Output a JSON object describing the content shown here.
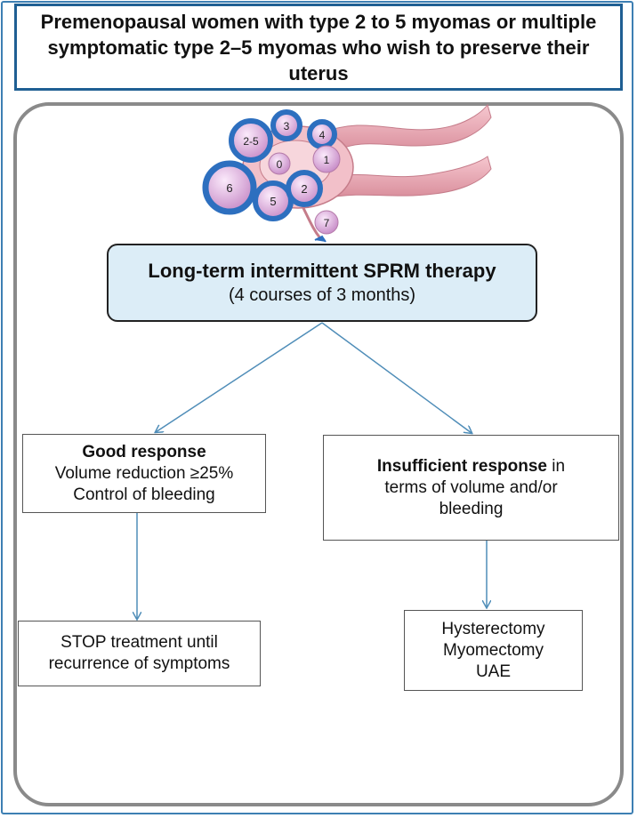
{
  "title": "Premenopausal women with type 2 to 5 myomas or multiple symptomatic type 2–5 myomas who wish to preserve their uterus",
  "uterus_figure": {
    "labels": [
      "2-5",
      "3",
      "4",
      "0",
      "1",
      "6",
      "5",
      "2",
      "7"
    ]
  },
  "therapy": {
    "title": "Long-term intermittent SPRM therapy",
    "subtitle": "(4 courses of 3 months)"
  },
  "good_response": {
    "heading": "Good response",
    "line1": "Volume reduction ≥25%",
    "line2": "Control of bleeding"
  },
  "insufficient_response": {
    "heading": "Insufficient response",
    "tail": " in",
    "line2": "terms of volume and/or",
    "line3": "bleeding"
  },
  "stop_treatment": {
    "line1": "STOP treatment until",
    "line2": "recurrence of symptoms"
  },
  "alternatives": {
    "line1": "Hysterectomy",
    "line2": "Myomectomy",
    "line3": "UAE"
  },
  "colors": {
    "frame": "#3d7fb3",
    "title_border": "#1f5f93",
    "panel_border": "#8a8a8a",
    "therapy_fill": "#dcedf7",
    "arrow": "#4f8db8",
    "myoma_ring": "#2d6fbf",
    "myoma_fill": "#e3bde3",
    "tube": "#e7a9b4"
  }
}
